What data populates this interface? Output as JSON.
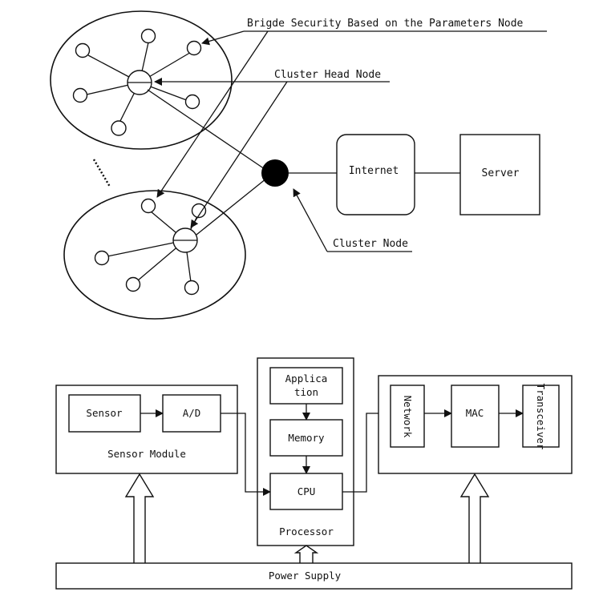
{
  "top": {
    "label_bridge_security": "Brigde Security Based on the Parameters Node",
    "label_cluster_head": "Cluster Head Node",
    "label_cluster_node": "Cluster Node",
    "internet": "Internet",
    "server": "Server"
  },
  "bottom": {
    "sensor": "Sensor",
    "ad": "A/D",
    "sensor_module": "Sensor Module",
    "application_line1": "Applica",
    "application_line2": "tion",
    "memory": "Memory",
    "cpu": "CPU",
    "processor": "Processor",
    "network": "Network",
    "mac": "MAC",
    "transceiver": "Transceiver",
    "power_supply": "Power Supply"
  }
}
